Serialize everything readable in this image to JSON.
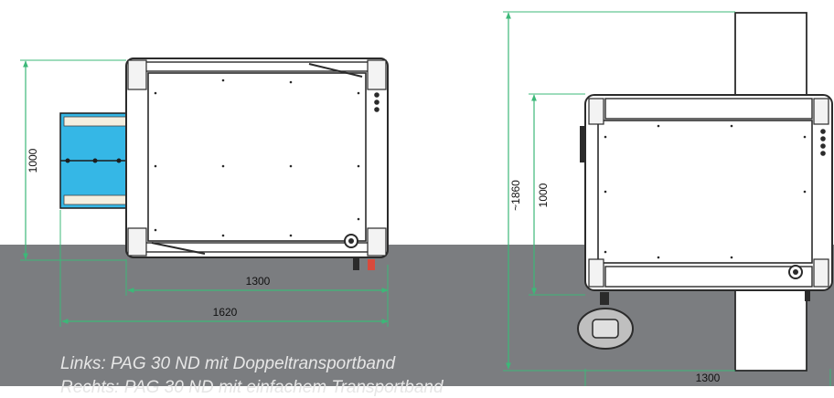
{
  "colors": {
    "background_top": "#ffffff",
    "background_bottom": "#7b7d80",
    "dimension_line": "#3cb878",
    "machine_outline": "#2b2b2b",
    "conveyor": "#35b7e6"
  },
  "left_view": {
    "dimensions": {
      "height": "1000",
      "inner_width": "1300",
      "overall_width": "1620"
    }
  },
  "right_view": {
    "dimensions": {
      "overall_height": "~1860",
      "height": "1000",
      "width": "1300"
    }
  },
  "captions": [
    "Links: PAG 30 ND mit Doppeltransportband",
    "Rechts: PAG 30 ND mit einfachem Transportband"
  ]
}
